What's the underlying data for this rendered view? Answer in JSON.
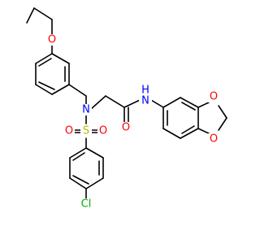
{
  "colors": {
    "background": "#ffffff",
    "bond": "#000000",
    "N": "#0000ff",
    "O": "#ff0000",
    "S": "#b8b800",
    "Cl": "#00b000"
  },
  "atoms": [
    {
      "id": "o_ethoxy",
      "symbol": "O",
      "label": "O"
    },
    {
      "id": "n_sulfonamide",
      "symbol": "N",
      "label": "N"
    },
    {
      "id": "s_sulfonyl",
      "symbol": "S",
      "label": "S"
    },
    {
      "id": "o_sulfonyl_left",
      "symbol": "O",
      "label": "O"
    },
    {
      "id": "o_sulfonyl_right",
      "symbol": "O",
      "label": "O"
    },
    {
      "id": "o_carbonyl",
      "symbol": "O",
      "label": "O"
    },
    {
      "id": "nh_amide",
      "symbol": "N",
      "label": "H"
    },
    {
      "id": "o_dioxole_top",
      "symbol": "O",
      "label": "O"
    },
    {
      "id": "o_dioxole_bottom",
      "symbol": "O",
      "label": "O"
    },
    {
      "id": "cl_chloro",
      "symbol": "Cl",
      "label": "Cl"
    }
  ]
}
